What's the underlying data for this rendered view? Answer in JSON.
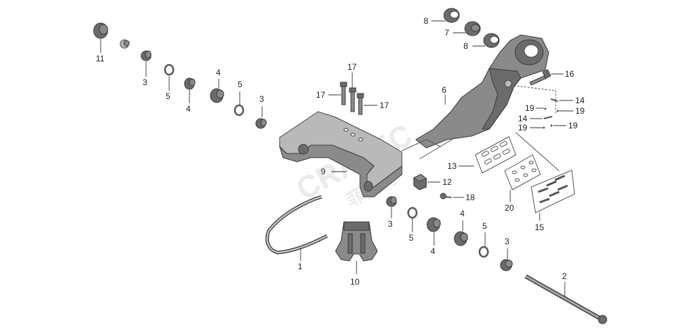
{
  "watermark": {
    "text": "CRATEC",
    "subtext": "菲拉特"
  },
  "callouts": [
    {
      "id": "c11",
      "text": "11"
    },
    {
      "id": "c3a",
      "text": "3"
    },
    {
      "id": "c5a",
      "text": "5"
    },
    {
      "id": "c4a",
      "text": "4"
    },
    {
      "id": "c4b",
      "text": "4"
    },
    {
      "id": "c5b",
      "text": "5"
    },
    {
      "id": "c3b",
      "text": "3"
    },
    {
      "id": "c17a",
      "text": "17"
    },
    {
      "id": "c17b",
      "text": "17"
    },
    {
      "id": "c17c",
      "text": "17"
    },
    {
      "id": "c8a",
      "text": "8"
    },
    {
      "id": "c7",
      "text": "7"
    },
    {
      "id": "c8b",
      "text": "8"
    },
    {
      "id": "c16",
      "text": "16"
    },
    {
      "id": "c6",
      "text": "6"
    },
    {
      "id": "c14a",
      "text": "14"
    },
    {
      "id": "c19a",
      "text": "19"
    },
    {
      "id": "c19b",
      "text": "19"
    },
    {
      "id": "c14b",
      "text": "14"
    },
    {
      "id": "c19c",
      "text": "19"
    },
    {
      "id": "c19d",
      "text": "19"
    },
    {
      "id": "c9",
      "text": "9"
    },
    {
      "id": "c13",
      "text": "13"
    },
    {
      "id": "c12",
      "text": "12"
    },
    {
      "id": "c18",
      "text": "18"
    },
    {
      "id": "c20",
      "text": "20"
    },
    {
      "id": "c15",
      "text": "15"
    },
    {
      "id": "c3c",
      "text": "3"
    },
    {
      "id": "c5c",
      "text": "5"
    },
    {
      "id": "c4c",
      "text": "4"
    },
    {
      "id": "c4d",
      "text": "4"
    },
    {
      "id": "c5d",
      "text": "5"
    },
    {
      "id": "c3d",
      "text": "3"
    },
    {
      "id": "c1",
      "text": "1"
    },
    {
      "id": "c10",
      "text": "10"
    },
    {
      "id": "c2",
      "text": "2"
    }
  ]
}
